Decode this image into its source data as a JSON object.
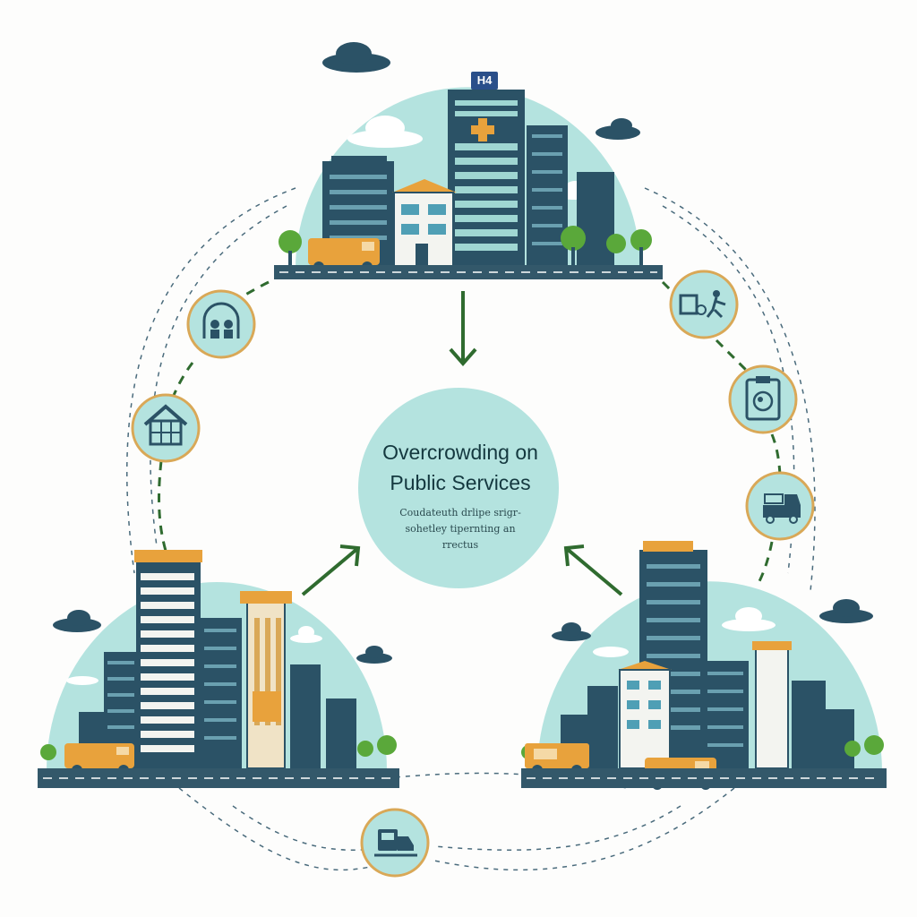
{
  "center": {
    "title_line1": "Overcrowding on",
    "title_line2": "Public Services",
    "subtitle_line1": "Coudateuth drlipe srigr-",
    "subtitle_line2": "sohetley tipernting an",
    "subtitle_line3": "rrectus"
  },
  "hospital_sign": "H4",
  "colors": {
    "teal_bubble": "#b4e3df",
    "navy_building": "#2b5266",
    "orange_van": "#e8a23c",
    "green_tree": "#5aa83a",
    "dark_green_arrow": "#2f6b2f",
    "icon_ring": "#d9a857",
    "road": "#33586a"
  },
  "icons": [
    "people-icon",
    "house-icon",
    "delivery-cart-icon",
    "clipboard-icon",
    "truck-icon",
    "tram-icon"
  ]
}
